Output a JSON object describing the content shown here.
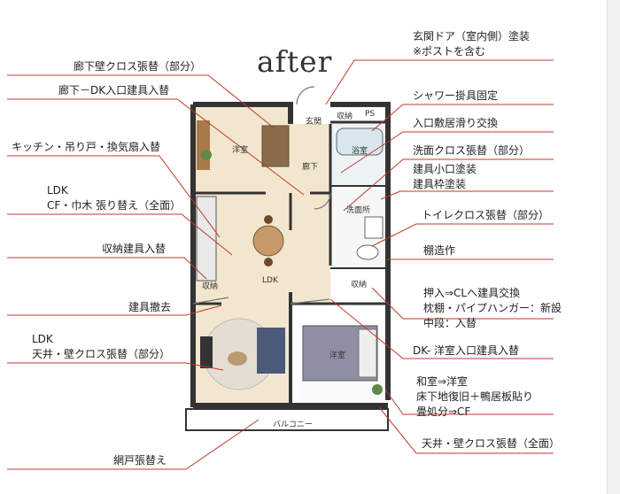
{
  "title": "after",
  "colors": {
    "accent_line": "#c0392b",
    "wall": "#333333",
    "wood_floor": "#f2e2c8"
  },
  "rooms": {
    "entrance": "玄関",
    "storage": "収納",
    "ps": "PS",
    "bathroom": "浴室",
    "western_room_1": "洋室",
    "hallway": "廊下",
    "washroom": "洗面所",
    "ldk": "LDK",
    "storage_2": "収納",
    "closet": "収納",
    "western_room_2": "洋室",
    "balcony": "バルコニー"
  },
  "annotations_left": [
    {
      "lines": [
        "廊下壁クロス張替（部分）"
      ]
    },
    {
      "lines": [
        "廊下－DK入口建具入替"
      ]
    },
    {
      "lines": [
        "キッチン・吊り戸・換気扇入替"
      ]
    },
    {
      "lines": [
        "LDK",
        "CF・巾木 張り替え（全面）"
      ]
    },
    {
      "lines": [
        "収納建具入替"
      ]
    },
    {
      "lines": [
        "建具撤去"
      ]
    },
    {
      "lines": [
        "LDK",
        "天井・壁クロス張替（部分）"
      ]
    },
    {
      "lines": [
        "網戸張替え"
      ]
    }
  ],
  "annotations_right": [
    {
      "lines": [
        "玄関ドア（室内側）塗装",
        "※ポストを含む"
      ]
    },
    {
      "lines": [
        "シャワー掛具固定"
      ]
    },
    {
      "lines": [
        "入口敷居滑り交換"
      ]
    },
    {
      "lines": [
        "洗面クロス張替（部分）"
      ]
    },
    {
      "lines": [
        "建具小口塗装",
        "建具枠塗装"
      ]
    },
    {
      "lines": [
        "トイレクロス張替（部分）"
      ]
    },
    {
      "lines": [
        "棚造作"
      ]
    },
    {
      "lines": [
        "押入⇒CLへ建具交換",
        "枕棚・パイプハンガー：新設",
        "中段：入替"
      ]
    },
    {
      "lines": [
        "DK- 洋室入口建具入替"
      ]
    },
    {
      "lines": [
        "和室⇒洋室",
        "床下地復旧＋鴨居板貼り",
        "畳処分⇒CF"
      ]
    },
    {
      "lines": [
        "天井・壁クロス張替（全面）"
      ]
    }
  ]
}
